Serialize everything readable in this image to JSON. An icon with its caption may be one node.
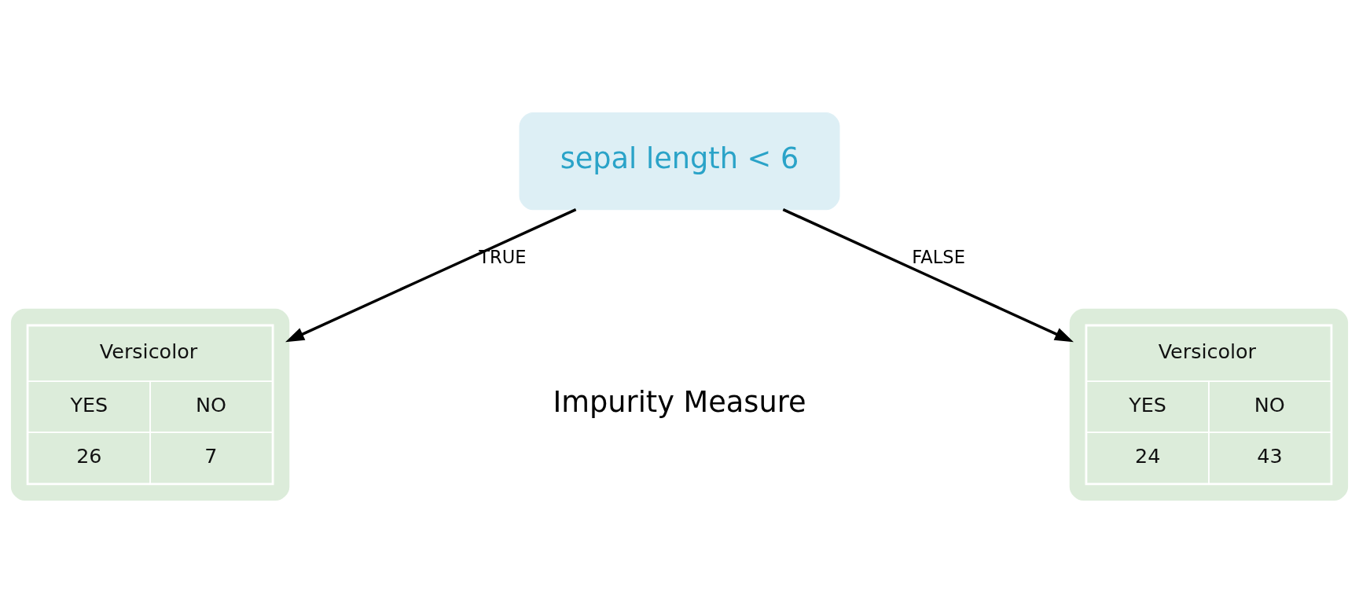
{
  "diagram": {
    "nodes": [
      {
        "text": [
          "sepal length < 6"
        ]
      },
      {
        "text": [
          "Versicolor",
          "YES",
          "NO",
          "26",
          "7"
        ]
      },
      {
        "text": [
          "Versicolor",
          "YES",
          "NO",
          "24",
          "43"
        ]
      }
    ],
    "edges": [
      {
        "from": 0,
        "to": 1,
        "arrow": "to",
        "label": "TRUE"
      },
      {
        "from": 0,
        "to": 2,
        "arrow": "to",
        "label": "FALSE"
      }
    ],
    "labels": [
      "Impurity Measure"
    ]
  }
}
